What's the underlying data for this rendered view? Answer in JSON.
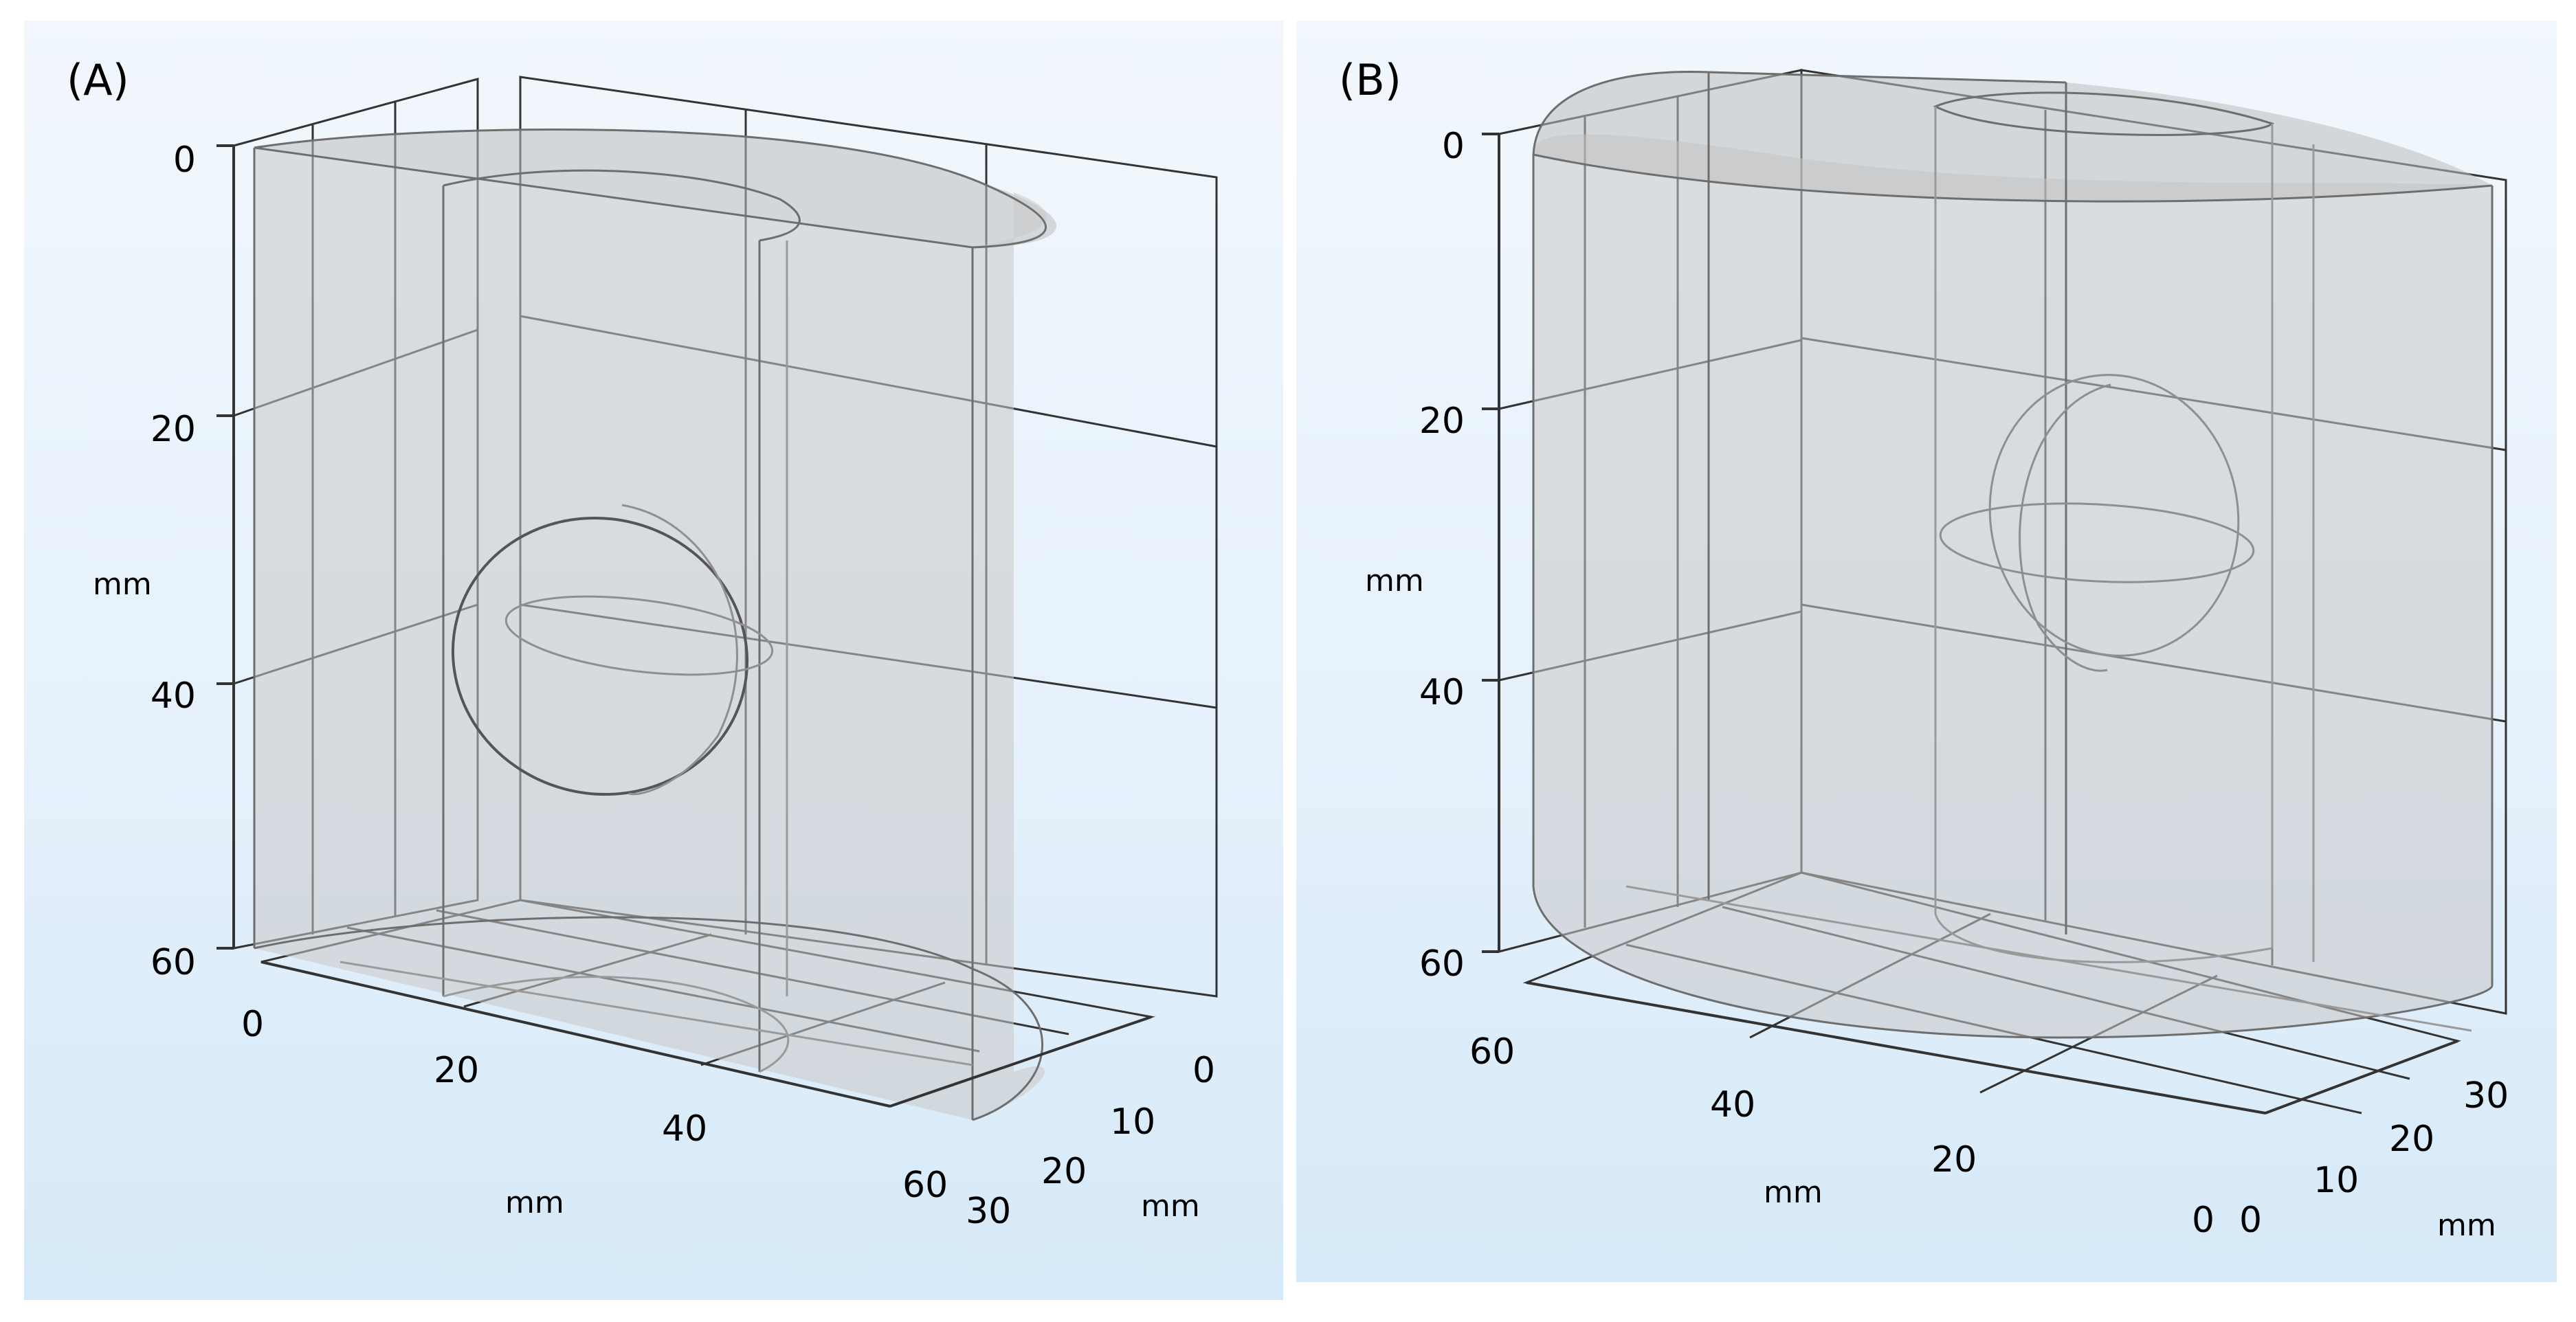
{
  "panels": [
    {
      "label": "(A)",
      "z_ticks": [
        "0",
        "20",
        "40",
        "60"
      ],
      "x_ticks": [
        "0",
        "20",
        "40",
        "60"
      ],
      "y_ticks": [
        "0",
        "10",
        "20",
        "30"
      ],
      "z_unit": "mm",
      "x_unit": "mm",
      "y_unit": "mm"
    },
    {
      "label": "(B)",
      "z_ticks": [
        "0",
        "20",
        "40",
        "60"
      ],
      "x_ticks": [
        "60",
        "40",
        "20",
        "0"
      ],
      "y_ticks": [
        "0",
        "10",
        "20",
        "30"
      ],
      "z_unit": "mm",
      "x_unit": "mm",
      "y_unit": "mm"
    }
  ],
  "colors": {
    "background_top": "#f1f7fc",
    "background_bottom": "#d6e9f8",
    "geometry_fill": "#c8c8c8",
    "grid": "#333333"
  }
}
